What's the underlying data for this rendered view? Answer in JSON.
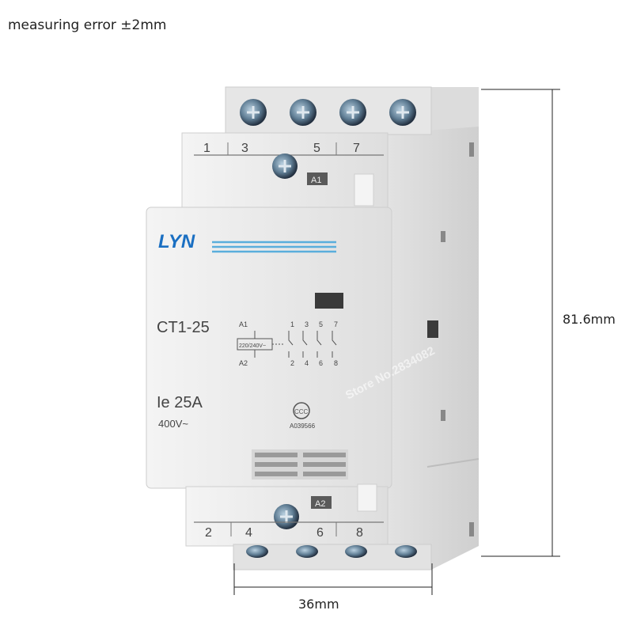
{
  "caption": "measuring error ±2mm",
  "dimensions": {
    "height": "81.6mm",
    "width": "36mm"
  },
  "product": {
    "brand": "LYN",
    "model": "CT1-25",
    "current": "Ie  25A",
    "voltage": "400V~",
    "cert_code": "A039566",
    "coil_voltage": "220/240V~",
    "watermark": "Store No.2834082",
    "top_terminals": [
      "1",
      "3",
      "5",
      "7"
    ],
    "bottom_terminals": [
      "2",
      "4",
      "6",
      "8"
    ],
    "coil_top": "A1",
    "coil_bottom": "A2",
    "diagram_top": [
      "A1",
      "1",
      "3",
      "5",
      "7"
    ],
    "diagram_bottom": [
      "A2",
      "2",
      "4",
      "6",
      "8"
    ],
    "cert_mark": "CCC"
  },
  "colors": {
    "housing": "#ebebeb",
    "shadow": "#cfcfcf",
    "brand_blue": "#1a6fc2",
    "stripe": "#5aaedc"
  }
}
